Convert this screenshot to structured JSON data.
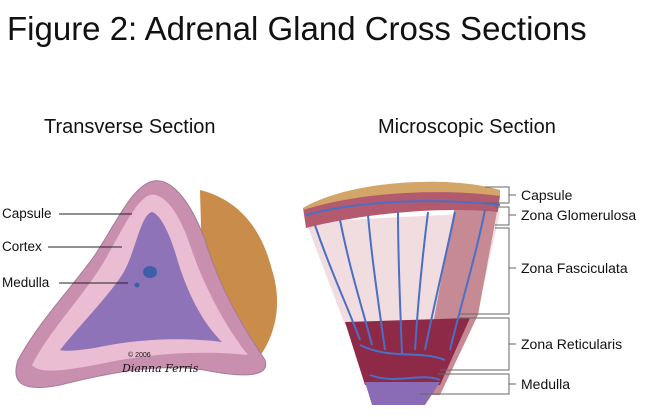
{
  "title": "Figure 2:  Adrenal Gland Cross Sections",
  "transverse": {
    "heading": "Transverse Section",
    "labels": [
      "Capsule",
      "Cortex",
      "Medulla"
    ],
    "copyright": "© 2006",
    "signature": "Dianna Ferris"
  },
  "microscopic": {
    "heading": "Microscopic Section",
    "labels": [
      "Capsule",
      "Zona Glomerulosa",
      "Zona Fasciculata",
      "Zona Reticularis",
      "Medulla"
    ]
  },
  "colors": {
    "capsule": "#c98fae",
    "cortex": "#e9b9cf",
    "medulla": "#8f73b8",
    "fat": "#c98c4a",
    "vessel": "#4a6fc4",
    "reticularis": "#8e2a48",
    "fasciculata": "#f1dde0"
  }
}
